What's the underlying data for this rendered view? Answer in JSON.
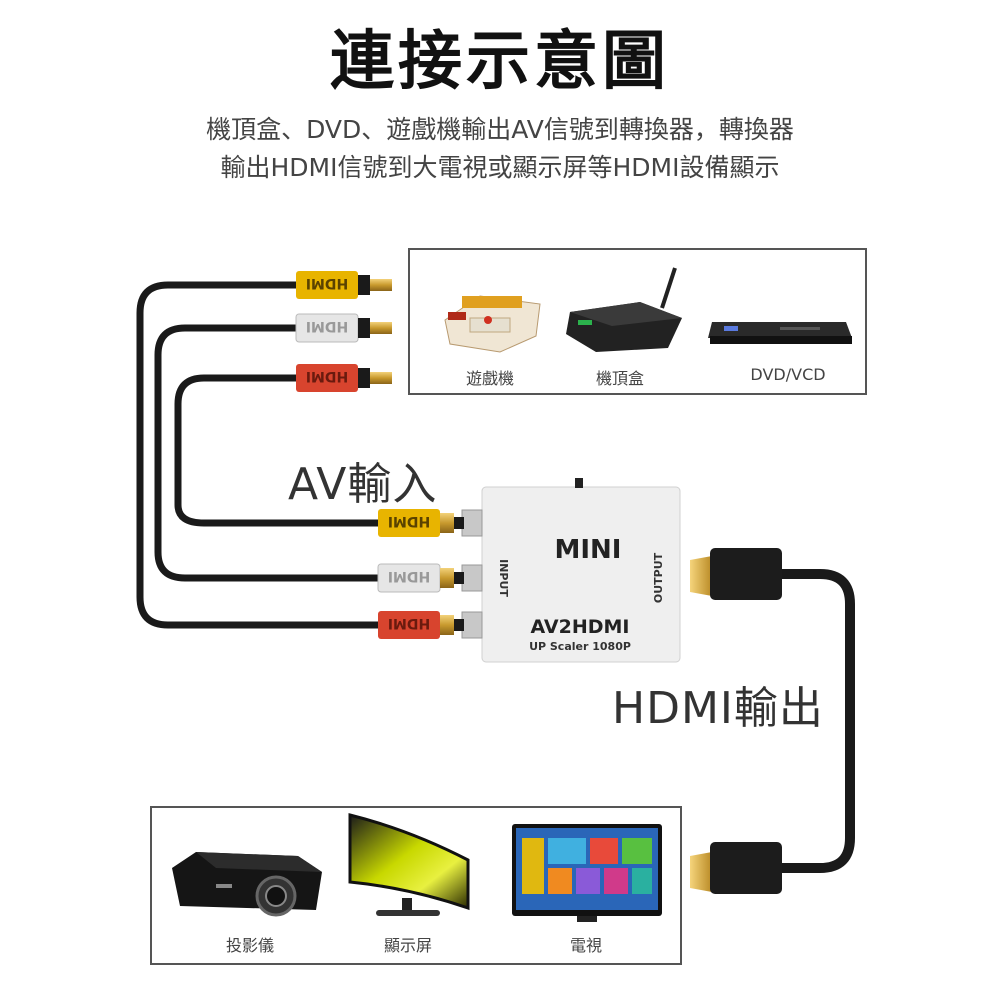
{
  "title": "連接示意圖",
  "subtitle": {
    "line1": "機頂盒、DVD、遊戲機輸出AV信號到轉換器，轉換器",
    "line2": "輸出HDMI信號到大電視或顯示屏等HDMI設備顯示"
  },
  "sources": {
    "items": [
      {
        "label": "遊戲機"
      },
      {
        "label": "機頂盒"
      },
      {
        "label": "DVD/VCD"
      }
    ]
  },
  "av_input_label": "AV輸入",
  "hdmi_output_label": "HDMI輸出",
  "converter": {
    "brand": "MINI",
    "input_label": "INPUT",
    "output_label": "OUTPUT",
    "model": "AV2HDMI",
    "subtitle": "UP Scaler 1080P"
  },
  "rca_plug_text": "HDMI",
  "displays": {
    "items": [
      {
        "label": "投影儀"
      },
      {
        "label": "顯示屏"
      },
      {
        "label": "電視"
      }
    ]
  },
  "colors": {
    "rca_yellow": "#e8b400",
    "rca_white": "#e6e6e6",
    "rca_red": "#d8442e",
    "cable": "#1a1a1a",
    "converter_body": "#efefef"
  }
}
